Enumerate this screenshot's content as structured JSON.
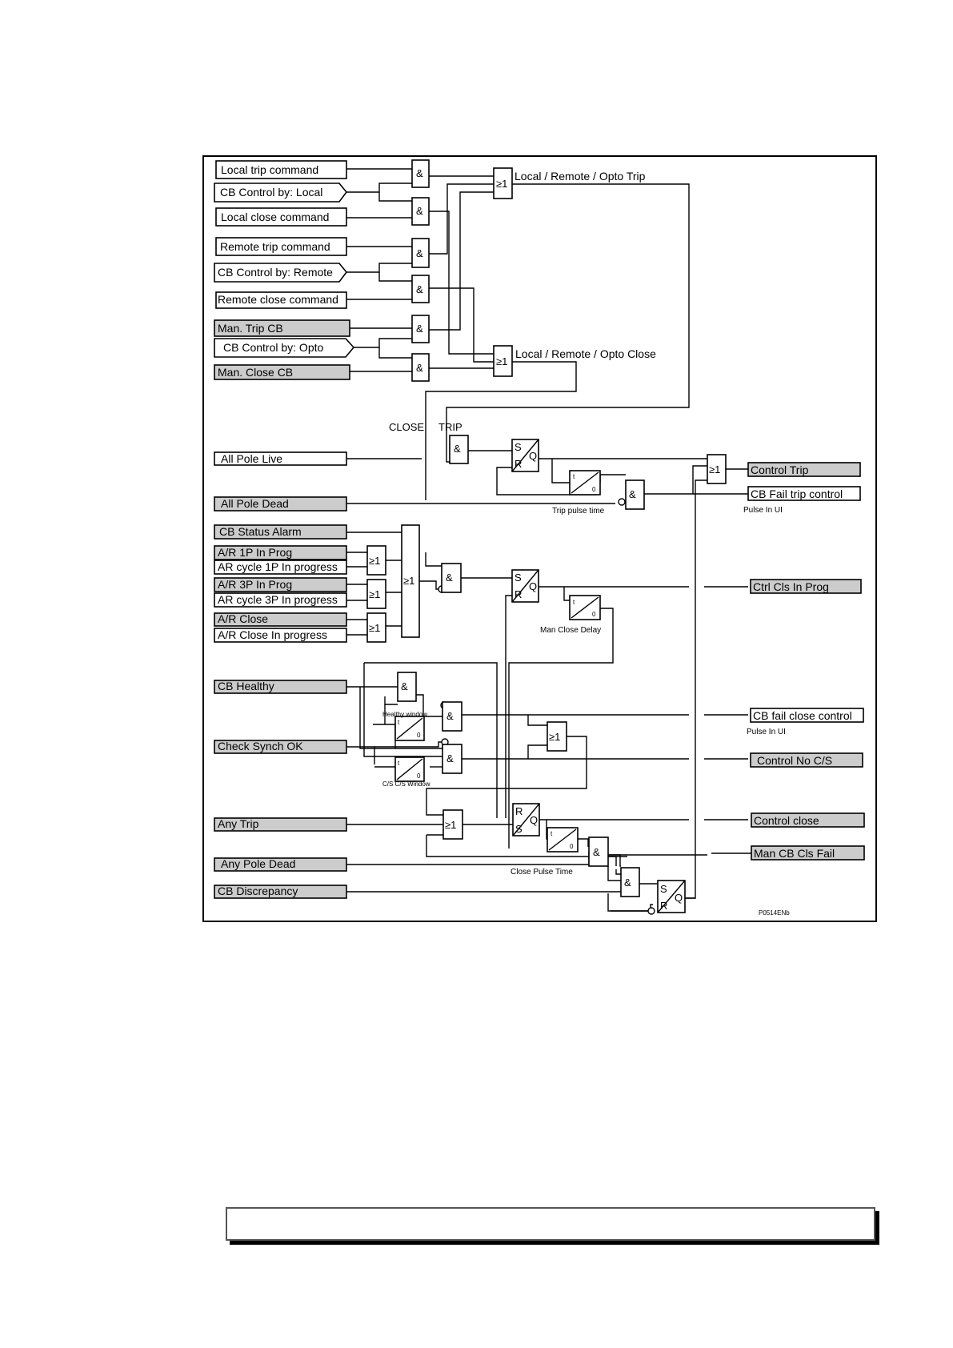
{
  "inputs": {
    "local_trip": "Local trip command",
    "cb_control_local": "CB Control by: Local",
    "local_close": "Local close command",
    "remote_trip": "Remote trip command",
    "cb_control_remote": "CB Control by: Remote",
    "remote_close": "Remote close command",
    "man_trip_cb": "Man. Trip CB",
    "cb_control_opto": "CB Control by: Opto",
    "man_close_cb": "Man. Close CB",
    "all_pole_live": "All Pole Live",
    "all_pole_dead": "All Pole Dead",
    "cb_status_alarm": "CB Status Alarm",
    "ar_1p_in_prog": "A/R 1P In Prog",
    "ar_cycle_1p": "AR cycle 1P In progress",
    "ar_3p_in_prog": "A/R 3P In Prog",
    "ar_cycle_3p": "AR cycle 3P In progress",
    "ar_close": "A/R Close",
    "ar_close_in_progress": "A/R Close In progress",
    "cb_healthy": "CB Healthy",
    "check_synch_ok": "Check Synch OK",
    "any_trip": "Any Trip",
    "any_pole_dead": "Any Pole Dead",
    "cb_discrepancy": "CB Discrepancy"
  },
  "outputs": {
    "control_trip": "Control Trip",
    "cb_fail_trip_control": "CB Fail trip control",
    "pulse_in_ui_1": "Pulse In UI",
    "ctrl_cls_in_prog": "Ctrl Cls In Prog",
    "cb_fail_close_control": "CB fail close control",
    "pulse_in_ui_2": "Pulse In UI",
    "control_no_cs": "Control No C/S",
    "control_close": "Control close",
    "man_cb_cls_fail": "Man CB Cls Fail"
  },
  "signals": {
    "local_remote_opto_trip": "Local / Remote / Opto Trip",
    "local_remote_opto_close": "Local / Remote / Opto Close",
    "close": "CLOSE",
    "trip": "TRIP"
  },
  "timers": {
    "trip_pulse_time": "Trip pulse time",
    "man_close_delay": "Man Close Delay",
    "healthy_window": "Healthy window",
    "csc_cs_window": "C/S C/S Window",
    "close_pulse_time": "Close Pulse Time",
    "t": "t",
    "zero": "0"
  },
  "gates": {
    "and": "&",
    "or": "≥1",
    "s": "S",
    "r": "R",
    "q": "Q"
  },
  "figure_ref": "P0514ENb",
  "colors": {
    "grey_input": "#cccccc",
    "white_input": "#ffffff",
    "line": "#000000"
  }
}
